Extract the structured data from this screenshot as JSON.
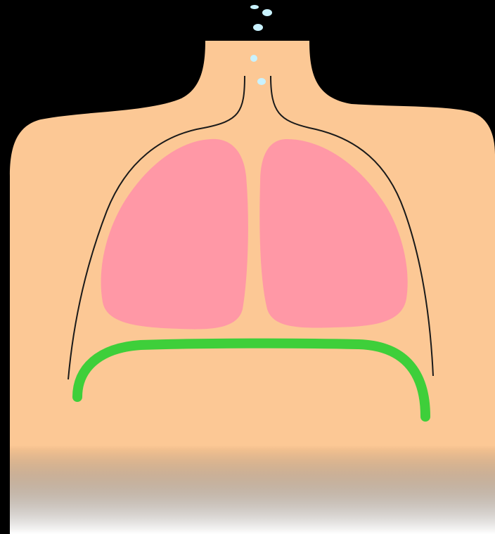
{
  "colors": {
    "background": "#000000",
    "skin": "#FCC895",
    "lungs": "#FF98A6",
    "diaphragm": "#3ECF3A",
    "rib_outline": "#1a1a1a",
    "air_bubbles": "#C9F2FF",
    "fade": "#FFFFFF"
  },
  "parts": [
    "torso",
    "trachea",
    "left-lung",
    "right-lung",
    "rib-cage-outline",
    "diaphragm",
    "air-bubbles"
  ]
}
